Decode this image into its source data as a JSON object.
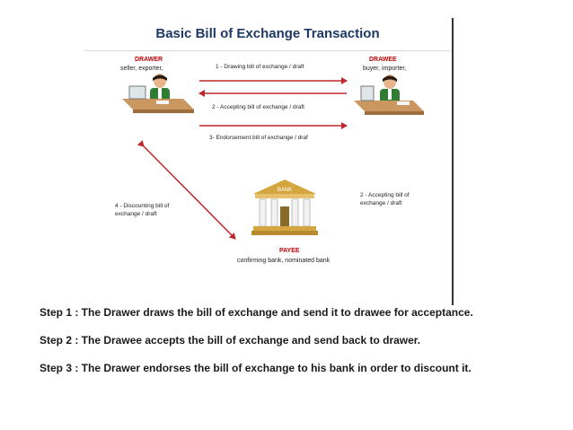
{
  "diagram": {
    "title": "Basic Bill of Exchange Transaction",
    "drawer": {
      "title": "DRAWER",
      "subtitle": "seller, exporter,"
    },
    "drawee": {
      "title": "DRAWEE",
      "subtitle": "buyer, importer,"
    },
    "payee": {
      "title": "PAYEE",
      "subtitle": "confirming bank, nominated bank"
    },
    "bank_sign": "BANK",
    "arrow_labels": {
      "a1": "1 - Drawing bill of exchange / draft",
      "a2": "2 - Accepting bill of exchange / draft",
      "a3": "3- Endorsement bill of exchange / draf",
      "a4": "4 - Discounting bill of exchange / draft",
      "a5": "2 - Accepting bill of exchange / draft"
    },
    "arrow_color": "#c0262b"
  },
  "steps": [
    "Step 1 : The Drawer draws the bill of exchange and send it to drawee for acceptance.",
    "Step 2 : The Drawee accepts the bill of exchange and send back to drawer.",
    "Step 3 : The Drawer endorses the bill of exchange to his bank in order to discount it."
  ]
}
